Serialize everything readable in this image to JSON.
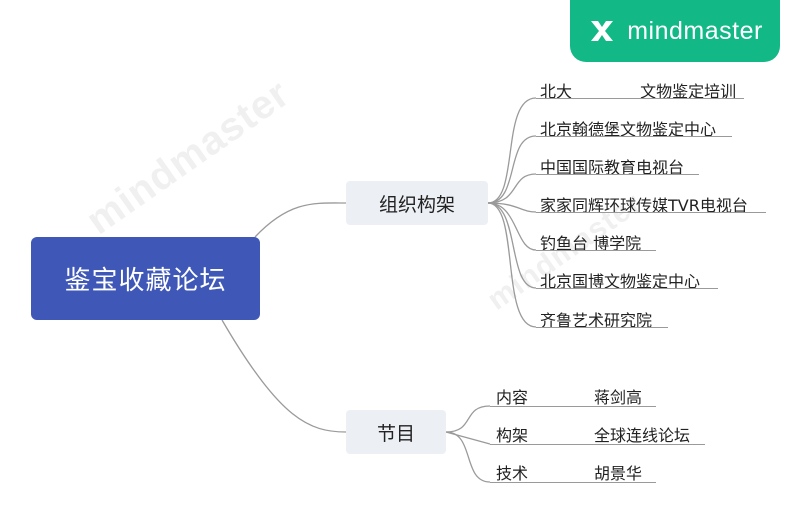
{
  "brand": {
    "name": "mindmaster",
    "icon": "mindmaster-logo-icon",
    "color": "#12b886"
  },
  "watermark": "mindmaster",
  "root": {
    "label": "鉴宝收藏论坛",
    "color": "#3f57b7"
  },
  "org": {
    "label": "组织构架",
    "items": [
      {
        "a": "北大",
        "b": "文物鉴定培训"
      },
      {
        "a": "北京翰德堡文物鉴定中心"
      },
      {
        "a": "中国国际教育电视台"
      },
      {
        "a": "家家同辉环球传媒TVR电视台"
      },
      {
        "a": "钓鱼台 博学院"
      },
      {
        "a": "北京国博文物鉴定中心"
      },
      {
        "a": "齐鲁艺术研究院"
      }
    ]
  },
  "program": {
    "label": "节目",
    "items": [
      {
        "key": "内容",
        "value": "蒋剑高"
      },
      {
        "key": "构架",
        "value": "全球连线论坛"
      },
      {
        "key": "技术",
        "value": "胡景华"
      }
    ]
  }
}
